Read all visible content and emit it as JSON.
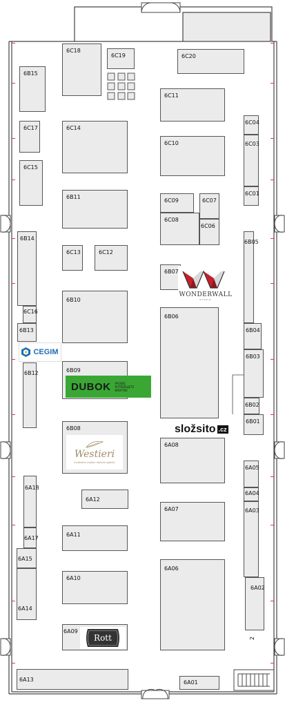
{
  "hall": {
    "booths": [
      {
        "id": "6C18",
        "label": "6C18"
      },
      {
        "id": "6C19",
        "label": "6C19"
      },
      {
        "id": "6C20",
        "label": "6C20"
      },
      {
        "id": "6B15",
        "label": "6B15"
      },
      {
        "id": "6C11",
        "label": "6C11"
      },
      {
        "id": "6C17",
        "label": "6C17"
      },
      {
        "id": "6C14",
        "label": "6C14"
      },
      {
        "id": "6C04",
        "label": "6C04"
      },
      {
        "id": "6C03",
        "label": "6C03"
      },
      {
        "id": "6C10",
        "label": "6C10"
      },
      {
        "id": "6C15",
        "label": "6C15"
      },
      {
        "id": "6C01",
        "label": "6C01"
      },
      {
        "id": "6B11",
        "label": "6B11"
      },
      {
        "id": "6C09",
        "label": "6C09"
      },
      {
        "id": "6C07",
        "label": "6C07"
      },
      {
        "id": "6C08",
        "label": "6C08"
      },
      {
        "id": "6C06",
        "label": "6C06"
      },
      {
        "id": "6B14",
        "label": "6B14"
      },
      {
        "id": "6B05",
        "label": "6B05"
      },
      {
        "id": "6C13",
        "label": "6C13"
      },
      {
        "id": "6C12",
        "label": "6C12"
      },
      {
        "id": "6B07",
        "label": "6B07"
      },
      {
        "id": "6B10",
        "label": "6B10"
      },
      {
        "id": "6C16",
        "label": "6C16"
      },
      {
        "id": "6B06",
        "label": "6B06"
      },
      {
        "id": "6B13",
        "label": "6B13"
      },
      {
        "id": "6B04",
        "label": "6B04"
      },
      {
        "id": "6B03",
        "label": "6B03"
      },
      {
        "id": "6B12",
        "label": "6B12"
      },
      {
        "id": "6B09",
        "label": "6B09"
      },
      {
        "id": "6B02",
        "label": "6B02"
      },
      {
        "id": "6B01",
        "label": "6B01"
      },
      {
        "id": "6B08",
        "label": "6B08"
      },
      {
        "id": "6A08",
        "label": "6A08"
      },
      {
        "id": "6A05",
        "label": "6A05"
      },
      {
        "id": "6A18",
        "label": "6A18"
      },
      {
        "id": "6A04",
        "label": "6A04"
      },
      {
        "id": "6A12",
        "label": "6A12"
      },
      {
        "id": "6A07",
        "label": "6A07"
      },
      {
        "id": "6A03",
        "label": "6A03"
      },
      {
        "id": "6A11",
        "label": "6A11"
      },
      {
        "id": "6A17",
        "label": "6A17"
      },
      {
        "id": "6A15",
        "label": "6A15"
      },
      {
        "id": "6A06",
        "label": "6A06"
      },
      {
        "id": "6A10",
        "label": "6A10"
      },
      {
        "id": "6A02",
        "label": "6A02"
      },
      {
        "id": "6A14",
        "label": "6A14"
      },
      {
        "id": "6A09",
        "label": "6A09"
      },
      {
        "id": "6A13",
        "label": "6A13"
      },
      {
        "id": "6A01",
        "label": "6A01"
      }
    ],
    "marker_number": "2"
  },
  "logos": {
    "wonderwall": {
      "name": "WONDERWALL",
      "sub": "STUDIO"
    },
    "cegim": {
      "name": "CEGIM"
    },
    "dubok": {
      "name": "DUBOK",
      "tagline": "PRODEJ POTŘEBUJETE NÁBYTEK"
    },
    "slozsito": {
      "name": "složsito",
      "suffix": ".cz"
    },
    "westieri": {
      "name": "Westieri",
      "tagline": "Svobodné snadné rádiové spánku"
    },
    "rott": {
      "name": "Rott"
    }
  },
  "colors": {
    "booth_fill": "#ebebeb",
    "booth_border": "#555555",
    "wall": "#444444",
    "wall_tick": "#e0353b",
    "dubok_green": "#3aa735",
    "dubok_text": "#1a1a1a",
    "cegim_blue": "#1c6fb5",
    "wonderwall_red": "#c51f2b",
    "rott_dark": "#333333",
    "westieri_gold": "#a08a66"
  }
}
